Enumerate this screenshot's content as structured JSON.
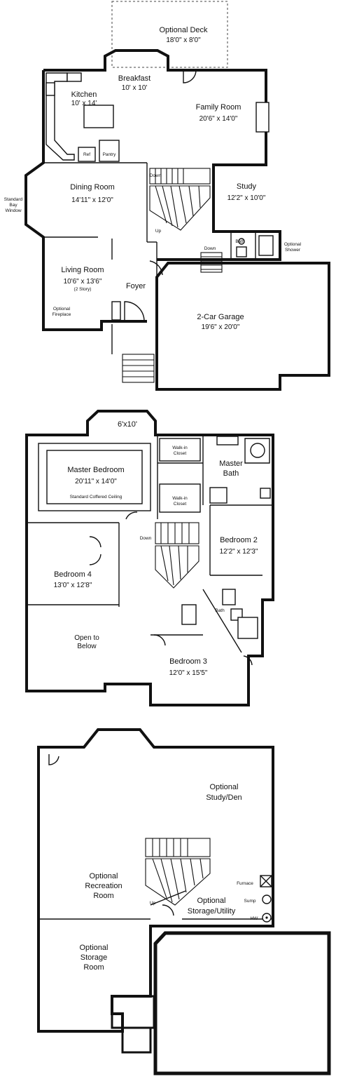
{
  "floor1": {
    "deck": {
      "name": "Optional Deck",
      "dim": "18'0\" x 8'0\""
    },
    "breakfast": {
      "name": "Breakfast",
      "dim": "10' x 10'"
    },
    "kitchen": {
      "name": "Kitchen",
      "dim": "10' x 14'"
    },
    "family": {
      "name": "Family Room",
      "dim": "20'6\" x 14'0\""
    },
    "ref": "Ref",
    "pantry": "Pantry",
    "down": "Down",
    "up": "Up",
    "down_small": "Down",
    "study": {
      "name": "Study",
      "dim": "12'2\" x 10'0\""
    },
    "dining": {
      "name": "Dining Room",
      "dim": "14'11\" x 12'0\""
    },
    "bay": [
      "Standard",
      "Bay",
      "Window"
    ],
    "bath": "Bath",
    "shower": [
      "Optional",
      "Shower"
    ],
    "living": {
      "name": "Living Room",
      "dim": "10'6\" x 13'6\"",
      "note": "(2 Story)"
    },
    "foyer": "Foyer",
    "fireplace": [
      "Optional",
      "Fireplace"
    ],
    "garage": {
      "name": "2-Car Garage",
      "dim": "19'6\" x 20'0\""
    }
  },
  "floor2": {
    "nook": "6'x10'",
    "walkin1": [
      "Walk-in",
      "Closet"
    ],
    "master_bath": [
      "Master",
      "Bath"
    ],
    "master": {
      "name": "Master Bedroom",
      "dim": "20'11\" x 14'0\"",
      "note": "Standard Coffered Ceiling"
    },
    "walkin2": [
      "Walk-in",
      "Closet"
    ],
    "down": "Down",
    "bed2": {
      "name": "Bedroom 2",
      "dim": "12'2\" x 12'3\""
    },
    "bed4": {
      "name": "Bedroom 4",
      "dim": "13'0\" x 12'8\""
    },
    "bath": "Bath",
    "open": [
      "Open to",
      "Below"
    ],
    "bed3": {
      "name": "Bedroom 3",
      "dim": "12'0\" x 15'5\""
    }
  },
  "floor3": {
    "study": [
      "Optional",
      "Study/Den"
    ],
    "rec": [
      "Optional",
      "Recreation",
      "Room"
    ],
    "furnace": "Furnace",
    "sump": "Sump",
    "hw": "HW",
    "up": "Up",
    "storage_utility": [
      "Optional",
      "Storage/Utility"
    ],
    "storage": [
      "Optional",
      "Storage",
      "Room"
    ]
  }
}
